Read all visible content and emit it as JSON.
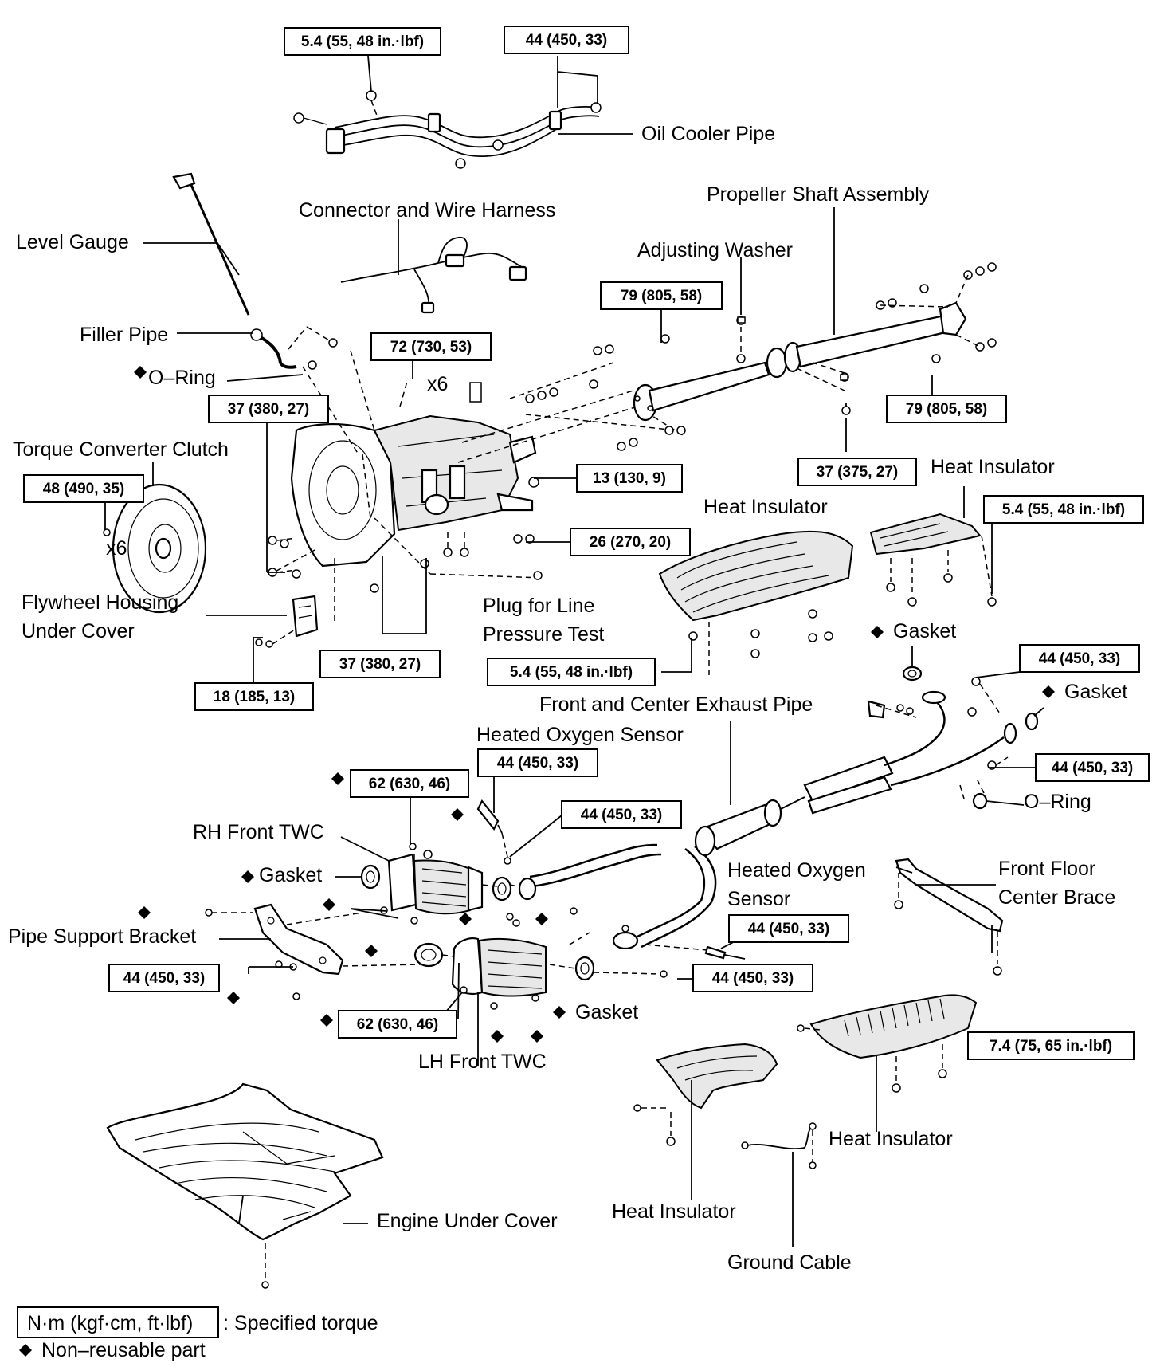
{
  "torque_specs": [
    {
      "id": "t1",
      "value": "5.4 (55, 48 in.·lbf)"
    },
    {
      "id": "t2",
      "value": "44 (450, 33)"
    },
    {
      "id": "t3",
      "value": "79 (805, 58)"
    },
    {
      "id": "t4",
      "value": "72 (730, 53)"
    },
    {
      "id": "t5",
      "value": "79 (805, 58)"
    },
    {
      "id": "t6",
      "value": "37 (380, 27)"
    },
    {
      "id": "t7",
      "value": "48 (490, 35)"
    },
    {
      "id": "t8",
      "value": "13 (130, 9)"
    },
    {
      "id": "t9",
      "value": "37 (375, 27)"
    },
    {
      "id": "t10",
      "value": "5.4 (55, 48 in.·lbf)"
    },
    {
      "id": "t11",
      "value": "26 (270, 20)"
    },
    {
      "id": "t12",
      "value": "37 (380, 27)"
    },
    {
      "id": "t13",
      "value": "18 (185, 13)"
    },
    {
      "id": "t14",
      "value": "5.4 (55, 48 in.·lbf)"
    },
    {
      "id": "t15",
      "value": "44 (450, 33)"
    },
    {
      "id": "t16",
      "value": "44 (450, 33)"
    },
    {
      "id": "t17",
      "value": "62 (630, 46)"
    },
    {
      "id": "t18",
      "value": "44 (450, 33)"
    },
    {
      "id": "t19",
      "value": "44 (450, 33)"
    },
    {
      "id": "t20",
      "value": "44 (450, 33)"
    },
    {
      "id": "t21",
      "value": "44 (450, 33)"
    },
    {
      "id": "t22",
      "value": "62 (630, 46)"
    },
    {
      "id": "t23",
      "value": "44 (450, 33)"
    },
    {
      "id": "t24",
      "value": "7.4 (75, 65 in.·lbf)"
    }
  ],
  "parts": {
    "oil_cooler_pipe": "Oil Cooler Pipe",
    "propeller_shaft": "Propeller Shaft Assembly",
    "connector_harness": "Connector and Wire Harness",
    "level_gauge": "Level Gauge",
    "adjusting_washer": "Adjusting Washer",
    "filler_pipe": "Filler Pipe",
    "o_ring": "O–Ring",
    "torque_converter": "Torque Converter Clutch",
    "heat_insulator": "Heat Insulator",
    "flywheel_cover_1": "Flywheel Housing",
    "flywheel_cover_2": "Under Cover",
    "plug_line_1": "Plug for Line",
    "plug_line_2": "Pressure Test",
    "gasket": "Gasket",
    "front_center_exhaust": "Front and Center Exhaust Pipe",
    "heated_o2_sensor": "Heated Oxygen Sensor",
    "heated_o2_1": "Heated Oxygen",
    "heated_o2_2": "Sensor",
    "rh_front_twc": "RH Front TWC",
    "lh_front_twc": "LH Front TWC",
    "front_floor_1": "Front Floor",
    "front_floor_2": "Center Brace",
    "pipe_support": "Pipe Support Bracket",
    "engine_under_cover": "Engine Under Cover",
    "ground_cable": "Ground Cable"
  },
  "multipliers": {
    "x6": "x6"
  },
  "legend": {
    "unit_box": "N·m (kgf·cm, ft·lbf)",
    "unit_desc": ": Specified torque",
    "diamond": "◆",
    "nonreusable": "Non–reusable part"
  }
}
